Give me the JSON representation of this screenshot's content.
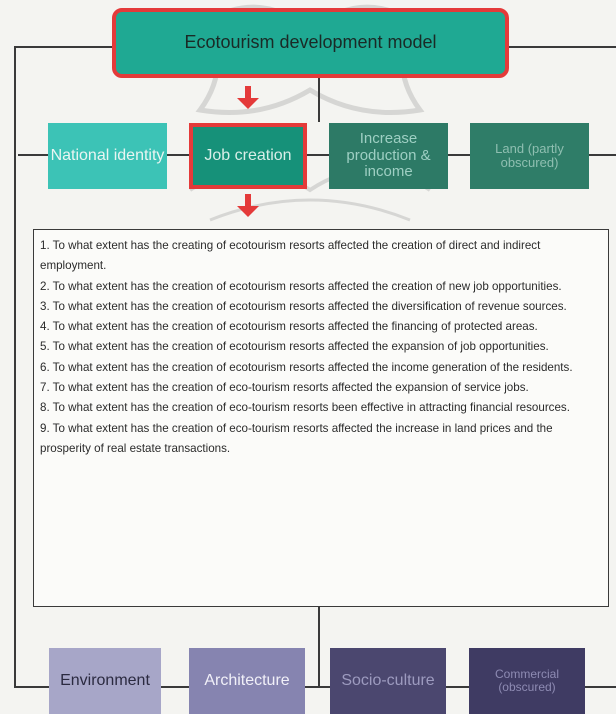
{
  "top": {
    "label": "Ecotourism development model"
  },
  "dimensions": [
    {
      "label": "National identity"
    },
    {
      "label": "Job creation"
    },
    {
      "label": "Increase production & income"
    },
    {
      "label": "Land (partly obscured)"
    }
  ],
  "questions": [
    "1. To what extent has the creating of ecotourism resorts affected the creation of direct and indirect employment.",
    "2. To what extent has the creation of ecotourism resorts affected the creation of new job opportunities.",
    "3. To what extent has the creation of ecotourism resorts affected the diversification of revenue sources.",
    "4. To what extent has the creation of ecotourism resorts affected the financing of protected areas.",
    "5. To what extent has the creation of ecotourism resorts affected the expansion of job opportunities.",
    "6. To what extent has the creation of ecotourism resorts affected the income generation of the residents.",
    "7. To what extent has the creation of eco-tourism resorts affected the expansion of service jobs.",
    "8. To what extent has the creation of eco-tourism resorts been effective in attracting financial resources.",
    "9. To what extent has the creation of eco-tourism resorts affected the increase in land prices and the prosperity of real estate transactions."
  ],
  "bottom_boxes": [
    {
      "label": "Environment"
    },
    {
      "label": "Architecture"
    },
    {
      "label": "Socio-culture"
    },
    {
      "label": "Commercial (obscured)"
    }
  ],
  "colors": {
    "teal_light": "#3cc3b6",
    "teal_mid": "#169179",
    "teal_dark": "#2d7a66",
    "highlight_red": "#e43a3a",
    "lavender": "#a7a6c8",
    "lavender_mid": "#8684b0",
    "navy": "#4b476f",
    "navy_dark": "#3f3b63"
  }
}
